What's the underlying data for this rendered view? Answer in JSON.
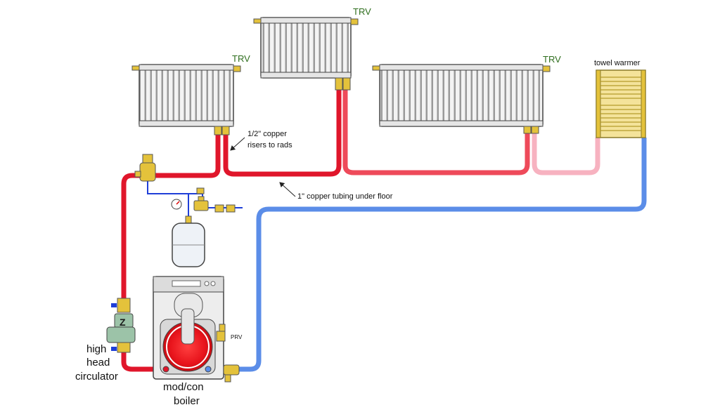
{
  "labels": {
    "trv_1": "TRV",
    "trv_2": "TRV",
    "trv_3": "TRV",
    "towel_warmer": "towel warmer",
    "risers_line1": "1/2\" copper",
    "risers_line2": "risers to rads",
    "tubing_under_floor": "1\" copper tubing under floor",
    "prv": "PRV",
    "circulator_line1": "high",
    "circulator_line2": "head",
    "circulator_line3": "circulator",
    "boiler_line1": "mod/con",
    "boiler_line2": "boiler",
    "circulator_symbol": "Z"
  },
  "colors": {
    "supply_hot": "#e0162b",
    "supply_warm": "#ee4a5a",
    "supply_cool": "#f7b2c0",
    "return": "#5b8de8",
    "makeup_line": "#1f3fd8",
    "trv_text": "#2f6e1e",
    "brass": "#e4c23b",
    "radiator_fill": "#f1f1f1",
    "towel_warmer_fill": "#f4e39a",
    "tank_fill": "#eef2f7",
    "boiler_fill": "#ededed",
    "burner": "#e8141c"
  }
}
